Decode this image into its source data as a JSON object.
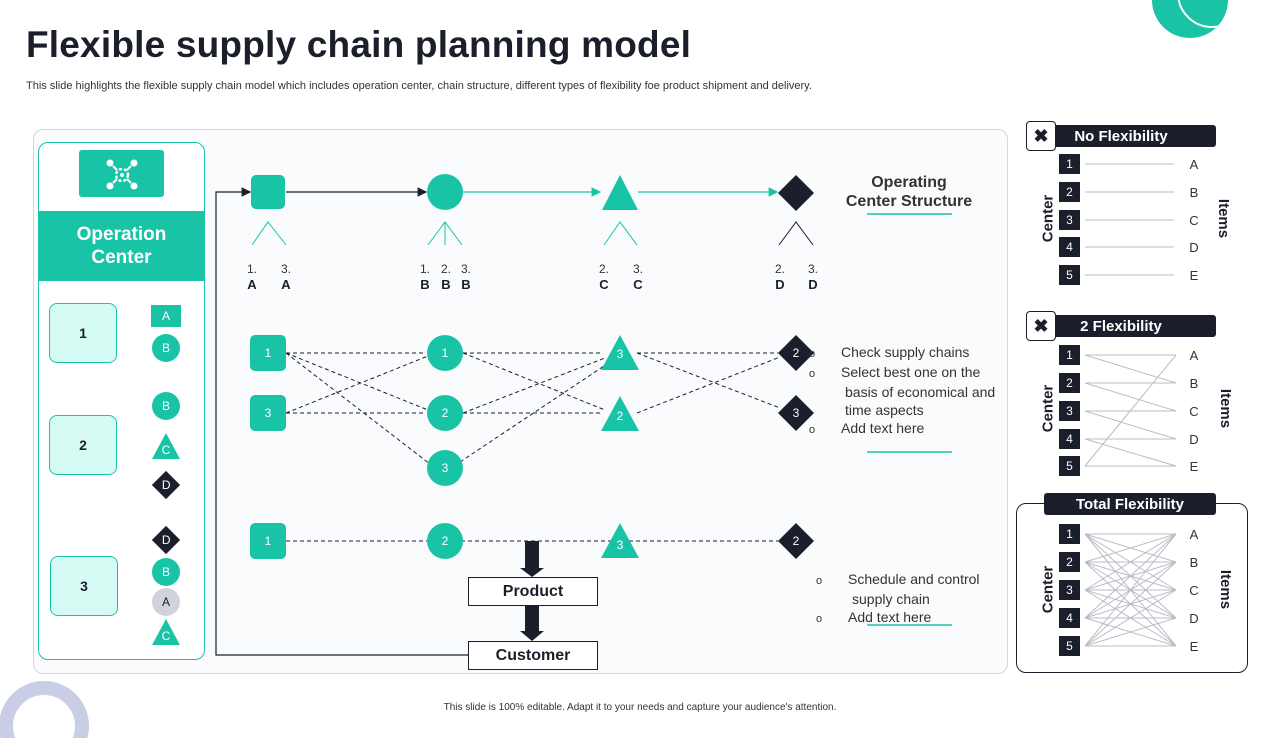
{
  "title": "Flexible supply chain planning model",
  "subtitle": "This slide highlights the flexible supply chain model which includes operation center, chain structure, different types of flexibility foe product shipment and delivery.",
  "footer": "This slide is 100% editable. Adapt it to your needs and capture your audience's attention.",
  "colors": {
    "teal": "#19c3a6",
    "navy": "#1b1f2b",
    "light_teal": "#d6faf4"
  },
  "operation_center": {
    "icon": "gears-network-icon",
    "title_line1": "Operation",
    "title_line2": "Center",
    "centers": [
      {
        "label": "1",
        "items": [
          {
            "shape": "square",
            "text": "A"
          },
          {
            "shape": "circle",
            "text": "B"
          }
        ]
      },
      {
        "label": "2",
        "items": [
          {
            "shape": "circle",
            "text": "B"
          },
          {
            "shape": "triangle",
            "text": "C"
          },
          {
            "shape": "diamond",
            "text": "D"
          }
        ]
      },
      {
        "label": "3",
        "items": [
          {
            "shape": "diamond",
            "text": "D"
          },
          {
            "shape": "circle",
            "text": "B"
          },
          {
            "shape": "circle-grey",
            "text": "A"
          },
          {
            "shape": "triangle",
            "text": "C"
          }
        ]
      }
    ]
  },
  "structure": {
    "label_line1": "Operating",
    "label_line2": "Center Structure",
    "nodes": [
      {
        "shape": "square",
        "steps": [
          {
            "n": "1.",
            "l": "A"
          },
          {
            "n": "3.",
            "l": "A"
          }
        ]
      },
      {
        "shape": "circle",
        "steps": [
          {
            "n": "1.",
            "l": "B"
          },
          {
            "n": "2.",
            "l": "B"
          },
          {
            "n": "3.",
            "l": "B"
          }
        ]
      },
      {
        "shape": "triangle",
        "steps": [
          {
            "n": "2.",
            "l": "C"
          },
          {
            "n": "3.",
            "l": "C"
          }
        ]
      },
      {
        "shape": "diamond",
        "steps": [
          {
            "n": "2.",
            "l": "D"
          },
          {
            "n": "3.",
            "l": "D"
          }
        ]
      }
    ]
  },
  "network": {
    "squares": [
      "1",
      "3"
    ],
    "circles": [
      "1",
      "2",
      "3"
    ],
    "triangles": [
      "3",
      "2"
    ],
    "diamonds": [
      "2",
      "3"
    ],
    "bullets": [
      "Check supply chains",
      "Select best one on the basis of economical and time aspects",
      "Add text here"
    ]
  },
  "chain": {
    "nodes": [
      "1",
      "2",
      "3",
      "2"
    ],
    "product": "Product",
    "customer": "Customer",
    "bullets": [
      "Schedule and control supply chain",
      "Add text here"
    ]
  },
  "flexibility": [
    {
      "title": "No Flexibility",
      "x_icon": "close-icon",
      "center_label": "Center",
      "items_label": "Items",
      "numbers": [
        "1",
        "2",
        "3",
        "4",
        "5"
      ],
      "letters": [
        "A",
        "B",
        "C",
        "D",
        "E"
      ]
    },
    {
      "title": "2 Flexibility",
      "x_icon": "close-icon",
      "center_label": "Center",
      "items_label": "Items",
      "numbers": [
        "1",
        "2",
        "3",
        "4",
        "5"
      ],
      "letters": [
        "A",
        "B",
        "C",
        "D",
        "E"
      ]
    },
    {
      "title": "Total Flexibility",
      "center_label": "Center",
      "items_label": "Items",
      "numbers": [
        "1",
        "2",
        "3",
        "4",
        "5"
      ],
      "letters": [
        "A",
        "B",
        "C",
        "D",
        "E"
      ]
    }
  ]
}
